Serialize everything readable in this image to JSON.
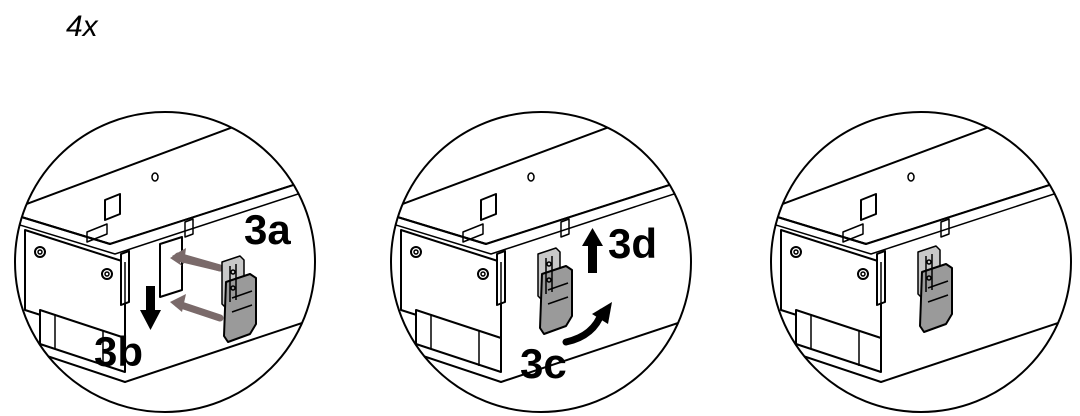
{
  "quantity": "4x",
  "steps": {
    "insert": "3a",
    "slide_down": "3b",
    "rotate": "3c",
    "slide_up": "3d"
  },
  "icons": [
    "detail-circle",
    "arrow-down-icon",
    "arrow-up-icon",
    "curved-arrow-icon",
    "insertion-arrow-icon"
  ],
  "colors": {
    "clip_fill": "#9a9a9a",
    "insertion_arrow": "#7a6a6a",
    "line": "#000000"
  }
}
